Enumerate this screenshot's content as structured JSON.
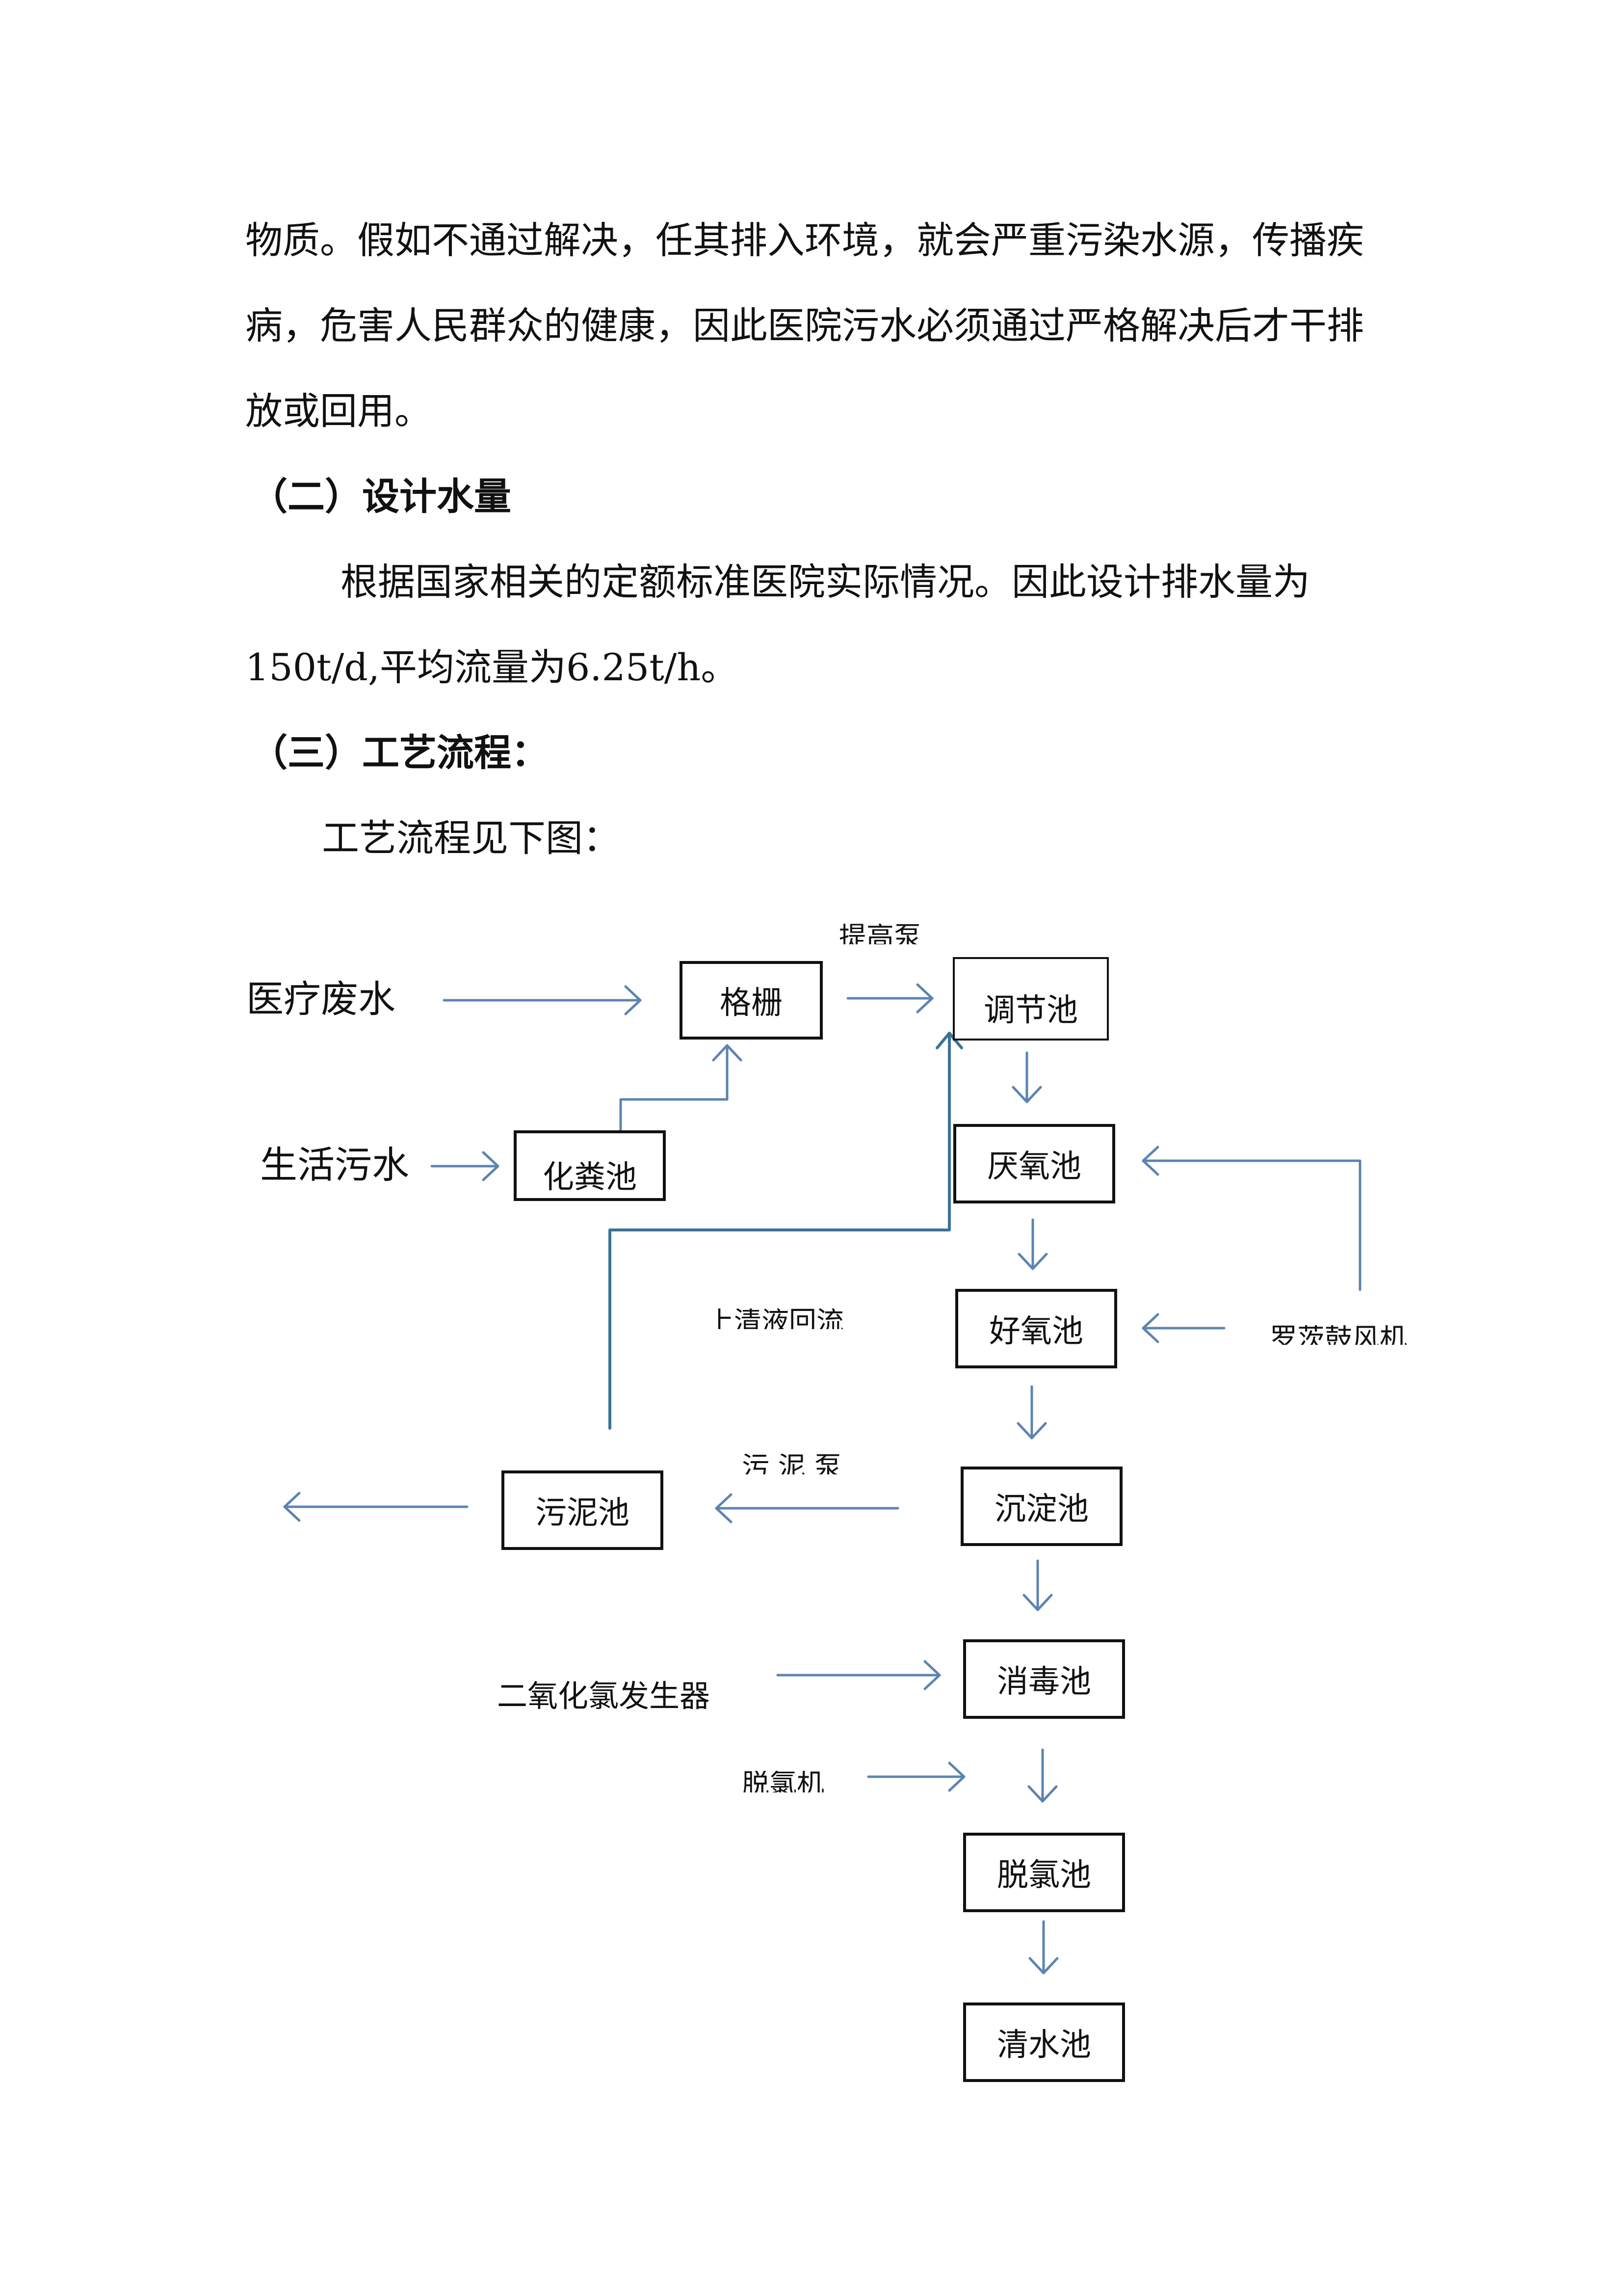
{
  "paragraphs": {
    "line1": "物质。假如不通过解决，任其排入环境，就会严重污染水源，传播疾",
    "line2": "病，危害人民群众的健康，因此医院污水必须通过严格解决后才干排",
    "line3": "放或回用。",
    "heading2": "（二）设计水量",
    "line4": "根据国家相关的定额标准医院实际情况。因此设计排水量为",
    "line5": "150t/d,平均流量为6.25t/h。",
    "heading3": "（三）工艺流程：",
    "line6": "工艺流程见下图："
  },
  "diagram": {
    "inputs": {
      "medical": "医疗废水",
      "domestic": "生活污水",
      "chlorine_dioxide": "二氧化氯发生器",
      "dechlorinator": "脱氯机"
    },
    "boxes": {
      "grille": "格栅",
      "regulating": "调节池",
      "septic": "化粪池",
      "anaerobic": "厌氧池",
      "aerobic": "好氧池",
      "sedimentation": "沉淀池",
      "sludge": "污泥池",
      "disinfection": "消毒池",
      "dechlorination": "脱氯池",
      "clear_water": "清水池"
    },
    "labels": {
      "lift_pump": "提高泵",
      "supernatant_return": "上清液回流",
      "roots_blower": "罗茨鼓风机",
      "sludge_pump": "污 泥 泵"
    },
    "colors": {
      "arrow": "#5b84b1",
      "return_line": "#3a7495",
      "box_border": "#111111"
    }
  }
}
